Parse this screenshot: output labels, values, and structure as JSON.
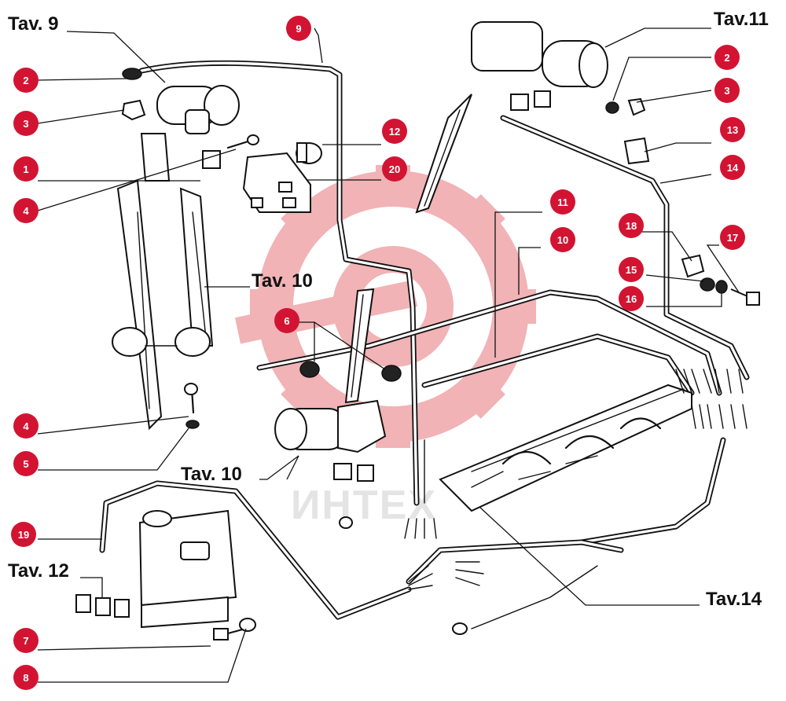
{
  "title": "",
  "watermark": {
    "text": "ИНТЕХ",
    "gear_color": "#e7767c",
    "text_color": "#cfcfcf"
  },
  "badge_color": "#d21432",
  "table_refs": [
    "Tav. 9",
    "Tav.11",
    "Tav. 10",
    "Tav. 10",
    "Tav. 12",
    "Tav.14"
  ],
  "callouts": [
    "1",
    "2",
    "3",
    "4",
    "4",
    "5",
    "6",
    "7",
    "8",
    "9",
    "10",
    "11",
    "12",
    "13",
    "14",
    "15",
    "16",
    "17",
    "18",
    "19",
    "20",
    "2",
    "3"
  ]
}
